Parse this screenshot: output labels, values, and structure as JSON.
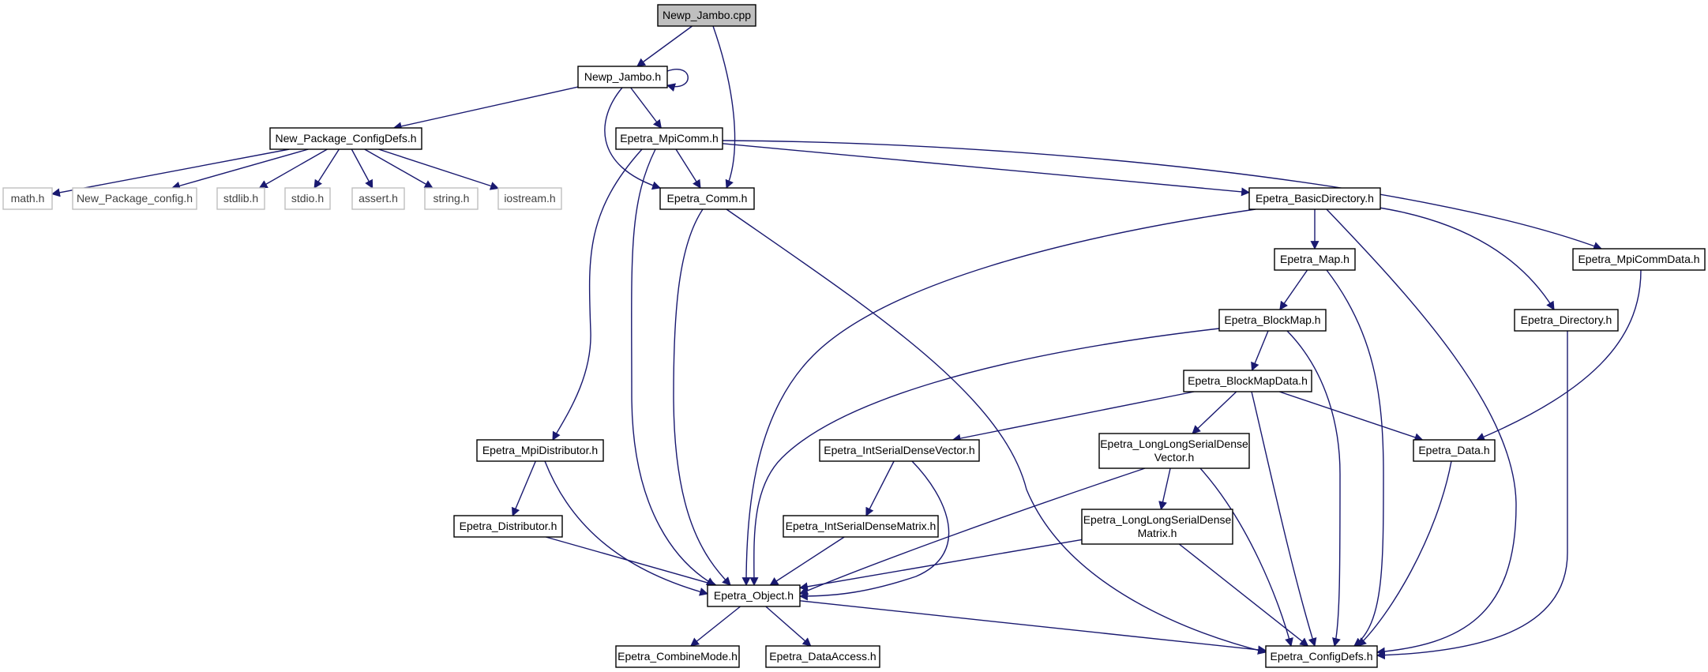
{
  "colors": {
    "edge": "#191970",
    "node_border": "#000000",
    "node_border_external": "#bfbfbf",
    "node_text": "#000000",
    "node_text_external": "#404040",
    "root_fill": "#bfbfbf",
    "node_fill": "#ffffff"
  },
  "nodes": [
    {
      "id": "newp_jambo_cpp",
      "lines": [
        "Newp_Jambo.cpp"
      ],
      "style": "root"
    },
    {
      "id": "newp_jambo_h",
      "lines": [
        "Newp_Jambo.h"
      ],
      "style": "normal"
    },
    {
      "id": "new_package_configdefs_h",
      "lines": [
        "New_Package_ConfigDefs.h"
      ],
      "style": "normal"
    },
    {
      "id": "epetra_mpicomm_h",
      "lines": [
        "Epetra_MpiComm.h"
      ],
      "style": "normal"
    },
    {
      "id": "math_h",
      "lines": [
        "math.h"
      ],
      "style": "external"
    },
    {
      "id": "new_package_config_h",
      "lines": [
        "New_Package_config.h"
      ],
      "style": "external"
    },
    {
      "id": "stdlib_h",
      "lines": [
        "stdlib.h"
      ],
      "style": "external"
    },
    {
      "id": "stdio_h",
      "lines": [
        "stdio.h"
      ],
      "style": "external"
    },
    {
      "id": "assert_h",
      "lines": [
        "assert.h"
      ],
      "style": "external"
    },
    {
      "id": "string_h",
      "lines": [
        "string.h"
      ],
      "style": "external"
    },
    {
      "id": "iostream_h",
      "lines": [
        "iostream.h"
      ],
      "style": "external"
    },
    {
      "id": "epetra_comm_h",
      "lines": [
        "Epetra_Comm.h"
      ],
      "style": "normal"
    },
    {
      "id": "epetra_basicdirectory_h",
      "lines": [
        "Epetra_BasicDirectory.h"
      ],
      "style": "normal"
    },
    {
      "id": "epetra_map_h",
      "lines": [
        "Epetra_Map.h"
      ],
      "style": "normal"
    },
    {
      "id": "epetra_mpicommdata_h",
      "lines": [
        "Epetra_MpiCommData.h"
      ],
      "style": "normal"
    },
    {
      "id": "epetra_blockmap_h",
      "lines": [
        "Epetra_BlockMap.h"
      ],
      "style": "normal"
    },
    {
      "id": "epetra_directory_h",
      "lines": [
        "Epetra_Directory.h"
      ],
      "style": "normal"
    },
    {
      "id": "epetra_blockmapdata_h",
      "lines": [
        "Epetra_BlockMapData.h"
      ],
      "style": "normal"
    },
    {
      "id": "epetra_mpidistributor_h",
      "lines": [
        "Epetra_MpiDistributor.h"
      ],
      "style": "normal"
    },
    {
      "id": "epetra_intserialdensevector_h",
      "lines": [
        "Epetra_IntSerialDenseVector.h"
      ],
      "style": "normal"
    },
    {
      "id": "epetra_longlongserialdensevector_h",
      "lines": [
        "Epetra_LongLongSerialDense",
        "Vector.h"
      ],
      "style": "normal"
    },
    {
      "id": "epetra_data_h",
      "lines": [
        "Epetra_Data.h"
      ],
      "style": "normal"
    },
    {
      "id": "epetra_distributor_h",
      "lines": [
        "Epetra_Distributor.h"
      ],
      "style": "normal"
    },
    {
      "id": "epetra_intserialdensematrix_h",
      "lines": [
        "Epetra_IntSerialDenseMatrix.h"
      ],
      "style": "normal"
    },
    {
      "id": "epetra_longlongserialdensematrix_h",
      "lines": [
        "Epetra_LongLongSerialDense",
        "Matrix.h"
      ],
      "style": "normal"
    },
    {
      "id": "epetra_object_h",
      "lines": [
        "Epetra_Object.h"
      ],
      "style": "normal"
    },
    {
      "id": "epetra_combinemode_h",
      "lines": [
        "Epetra_CombineMode.h"
      ],
      "style": "normal"
    },
    {
      "id": "epetra_dataaccess_h",
      "lines": [
        "Epetra_DataAccess.h"
      ],
      "style": "normal"
    },
    {
      "id": "epetra_configdefs_h",
      "lines": [
        "Epetra_ConfigDefs.h"
      ],
      "style": "normal"
    }
  ],
  "edges": [
    [
      "newp_jambo_cpp",
      "newp_jambo_h"
    ],
    [
      "newp_jambo_cpp",
      "epetra_comm_h"
    ],
    [
      "newp_jambo_h",
      "newp_jambo_h"
    ],
    [
      "newp_jambo_h",
      "new_package_configdefs_h"
    ],
    [
      "newp_jambo_h",
      "epetra_mpicomm_h"
    ],
    [
      "newp_jambo_h",
      "epetra_comm_h"
    ],
    [
      "new_package_configdefs_h",
      "math_h"
    ],
    [
      "new_package_configdefs_h",
      "new_package_config_h"
    ],
    [
      "new_package_configdefs_h",
      "stdlib_h"
    ],
    [
      "new_package_configdefs_h",
      "stdio_h"
    ],
    [
      "new_package_configdefs_h",
      "assert_h"
    ],
    [
      "new_package_configdefs_h",
      "string_h"
    ],
    [
      "new_package_configdefs_h",
      "iostream_h"
    ],
    [
      "epetra_mpicomm_h",
      "epetra_comm_h"
    ],
    [
      "epetra_mpicomm_h",
      "epetra_basicdirectory_h"
    ],
    [
      "epetra_mpicomm_h",
      "epetra_mpicommdata_h"
    ],
    [
      "epetra_mpicomm_h",
      "epetra_mpidistributor_h"
    ],
    [
      "epetra_mpicomm_h",
      "epetra_object_h"
    ],
    [
      "epetra_comm_h",
      "epetra_object_h"
    ],
    [
      "epetra_comm_h",
      "epetra_configdefs_h"
    ],
    [
      "epetra_basicdirectory_h",
      "epetra_map_h"
    ],
    [
      "epetra_basicdirectory_h",
      "epetra_directory_h"
    ],
    [
      "epetra_basicdirectory_h",
      "epetra_object_h"
    ],
    [
      "epetra_basicdirectory_h",
      "epetra_configdefs_h"
    ],
    [
      "epetra_map_h",
      "epetra_blockmap_h"
    ],
    [
      "epetra_map_h",
      "epetra_configdefs_h"
    ],
    [
      "epetra_mpicommdata_h",
      "epetra_data_h"
    ],
    [
      "epetra_blockmap_h",
      "epetra_blockmapdata_h"
    ],
    [
      "epetra_blockmap_h",
      "epetra_object_h"
    ],
    [
      "epetra_blockmap_h",
      "epetra_configdefs_h"
    ],
    [
      "epetra_directory_h",
      "epetra_configdefs_h"
    ],
    [
      "epetra_blockmapdata_h",
      "epetra_intserialdensevector_h"
    ],
    [
      "epetra_blockmapdata_h",
      "epetra_longlongserialdensevector_h"
    ],
    [
      "epetra_blockmapdata_h",
      "epetra_data_h"
    ],
    [
      "epetra_blockmapdata_h",
      "epetra_configdefs_h"
    ],
    [
      "epetra_mpidistributor_h",
      "epetra_distributor_h"
    ],
    [
      "epetra_mpidistributor_h",
      "epetra_object_h"
    ],
    [
      "epetra_intserialdensevector_h",
      "epetra_intserialdensematrix_h"
    ],
    [
      "epetra_intserialdensevector_h",
      "epetra_object_h"
    ],
    [
      "epetra_longlongserialdensevector_h",
      "epetra_longlongserialdensematrix_h"
    ],
    [
      "epetra_longlongserialdensevector_h",
      "epetra_object_h"
    ],
    [
      "epetra_longlongserialdensevector_h",
      "epetra_configdefs_h"
    ],
    [
      "epetra_data_h",
      "epetra_configdefs_h"
    ],
    [
      "epetra_distributor_h",
      "epetra_object_h"
    ],
    [
      "epetra_intserialdensematrix_h",
      "epetra_object_h"
    ],
    [
      "epetra_longlongserialdensematrix_h",
      "epetra_object_h"
    ],
    [
      "epetra_longlongserialdensematrix_h",
      "epetra_configdefs_h"
    ],
    [
      "epetra_object_h",
      "epetra_combinemode_h"
    ],
    [
      "epetra_object_h",
      "epetra_dataaccess_h"
    ],
    [
      "epetra_object_h",
      "epetra_configdefs_h"
    ]
  ]
}
